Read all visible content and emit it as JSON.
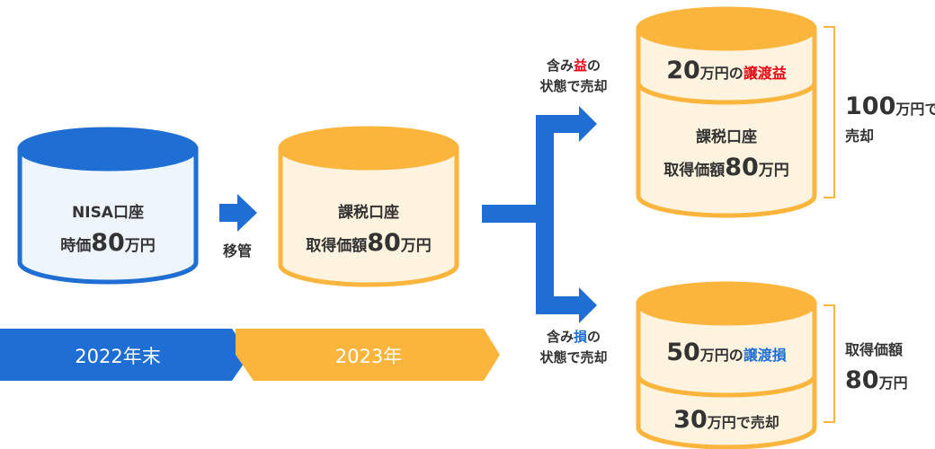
{
  "colors": {
    "blue": "#1f6ed4",
    "blue_light": "#eef5fd",
    "orange": "#fbb43c",
    "cream": "#fdf3de",
    "red": "#e60012",
    "text": "#333333"
  },
  "nisa": {
    "line1": "NISA口座",
    "line2_pre": "時価",
    "line2_num": "80",
    "line2_unit": "万円"
  },
  "transfer_label": "移管",
  "taxable": {
    "line1": "課税口座",
    "line2_pre": "取得価額",
    "line2_num": "80",
    "line2_unit": "万円"
  },
  "timeline": {
    "seg1": "2022年末",
    "seg2": "2023年"
  },
  "gain_case": {
    "label_pre": "含み",
    "label_keyword": "益",
    "label_post": "の",
    "label_line2": "状態で売却",
    "top_num": "20",
    "top_unit": "万円の",
    "top_keyword": "譲渡益",
    "bottom_line1": "課税口座",
    "bottom_line2_pre": "取得価額",
    "bottom_line2_num": "80",
    "bottom_line2_unit": "万円",
    "side_num": "100",
    "side_unit": "万円で",
    "side_line2": "売却"
  },
  "loss_case": {
    "label_pre": "含み",
    "label_keyword": "損",
    "label_post": "の",
    "label_line2": "状態で売却",
    "top_num": "50",
    "top_unit": "万円の",
    "top_keyword": "譲渡損",
    "bottom_num": "30",
    "bottom_unit": "万円で売却",
    "side_line1": "取得価額",
    "side_num": "80",
    "side_unit": "万円"
  }
}
